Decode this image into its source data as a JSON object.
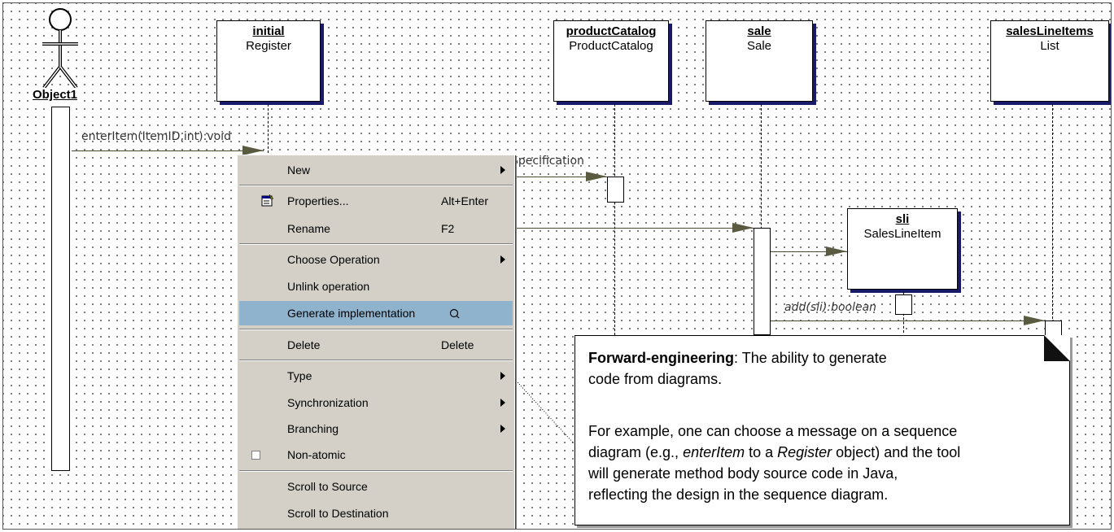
{
  "actor": {
    "name": "Object1"
  },
  "objects": [
    {
      "id": "initial",
      "name": "initial",
      "type": "Register"
    },
    {
      "id": "productCatalog",
      "name": "productCatalog",
      "type": "ProductCatalog"
    },
    {
      "id": "sale",
      "name": "sale",
      "type": "Sale"
    },
    {
      "id": "salesLineItems",
      "name": "salesLineItems",
      "type": "List"
    },
    {
      "id": "sli",
      "name": "sli",
      "type": "SalesLineItem"
    }
  ],
  "messages": {
    "enteritem": "enterItem(ItemID,int):void",
    "specification": "Specification",
    "add": "add(sli):boolean"
  },
  "context_menu": {
    "new": "New",
    "properties": "Properties...",
    "properties_shortcut": "Alt+Enter",
    "rename": "Rename",
    "rename_shortcut": "F2",
    "choose_operation": "Choose Operation",
    "unlink_operation": "Unlink operation",
    "generate_implementation": "Generate implementation",
    "delete": "Delete",
    "delete_shortcut": "Delete",
    "type": "Type",
    "synchronization": "Synchronization",
    "branching": "Branching",
    "non_atomic": "Non-atomic",
    "scroll_to_source": "Scroll to Source",
    "scroll_to_destination": "Scroll to Destination"
  },
  "note": {
    "heading": "Forward-engineering",
    "line1_rest": ": The ability to generate",
    "line2": "code from diagrams.",
    "p2_line1": "For example, one can choose a message on a sequence",
    "p2_line2_a": "diagram (e.g., ",
    "p2_line2_b": "enterItem",
    "p2_line2_c": " to a ",
    "p2_line2_d": "Register",
    "p2_line2_e": " object) and the tool",
    "p2_line3": "will generate method body source code in Java,",
    "p2_line4": "reflecting the design in the sequence diagram."
  },
  "colors": {
    "highlight": "#8fb2cd",
    "menu_bg": "#d4d0c8",
    "shadow": "#1a1a6a"
  }
}
